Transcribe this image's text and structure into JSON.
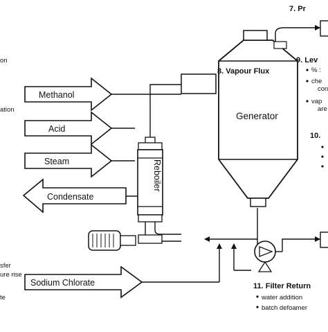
{
  "inputs": {
    "methanol": "Methanol",
    "acid": "Acid",
    "steam": "Steam",
    "condensate": "Condensate",
    "sodium_chlorate": "Sodium Chlorate"
  },
  "equipment": {
    "reboiler": "Reboiler",
    "generator": "Generator",
    "vapour_flux": "8. Vapour Flux"
  },
  "left_notes": [
    "on",
    "ation",
    "sfer",
    "ure rise",
    "te"
  ],
  "right_notes": {
    "p7": "7. Pr",
    "p9": "9. Lev",
    "p9_items": [
      "% :",
      "che",
      "con",
      "vap",
      "are"
    ],
    "p10": "10."
  },
  "filter_return": {
    "title": "11. Filter Return",
    "items": [
      "water addition",
      "batch defoamer"
    ]
  }
}
